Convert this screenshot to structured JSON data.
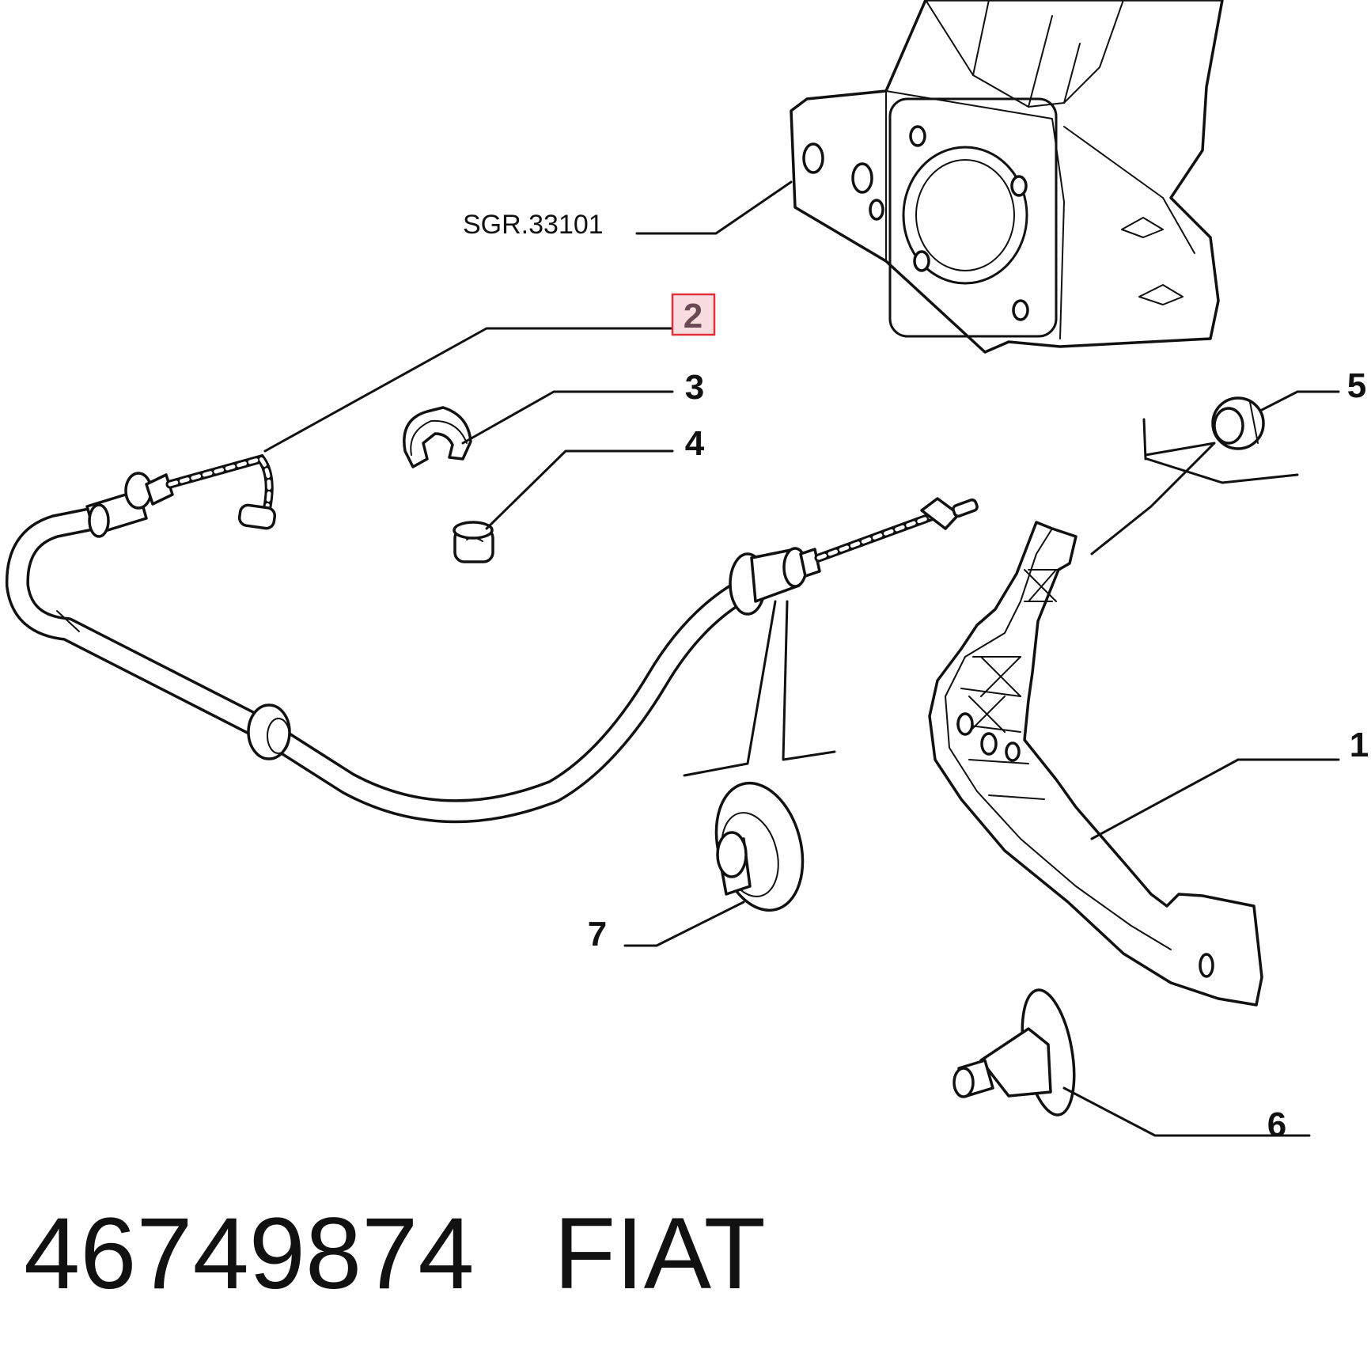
{
  "diagram": {
    "reference_label": "SGR.33101",
    "callouts": [
      {
        "id": "1",
        "text": "1"
      },
      {
        "id": "2",
        "text": "2",
        "highlighted": true
      },
      {
        "id": "3",
        "text": "3"
      },
      {
        "id": "4",
        "text": "4"
      },
      {
        "id": "5",
        "text": "5"
      },
      {
        "id": "6",
        "text": "6"
      },
      {
        "id": "7",
        "text": "7"
      }
    ],
    "highlight_color": "#e0303a",
    "highlight_fill": "#f7dde0"
  },
  "footer": {
    "part_number": "46749874",
    "brand": "FIAT"
  }
}
